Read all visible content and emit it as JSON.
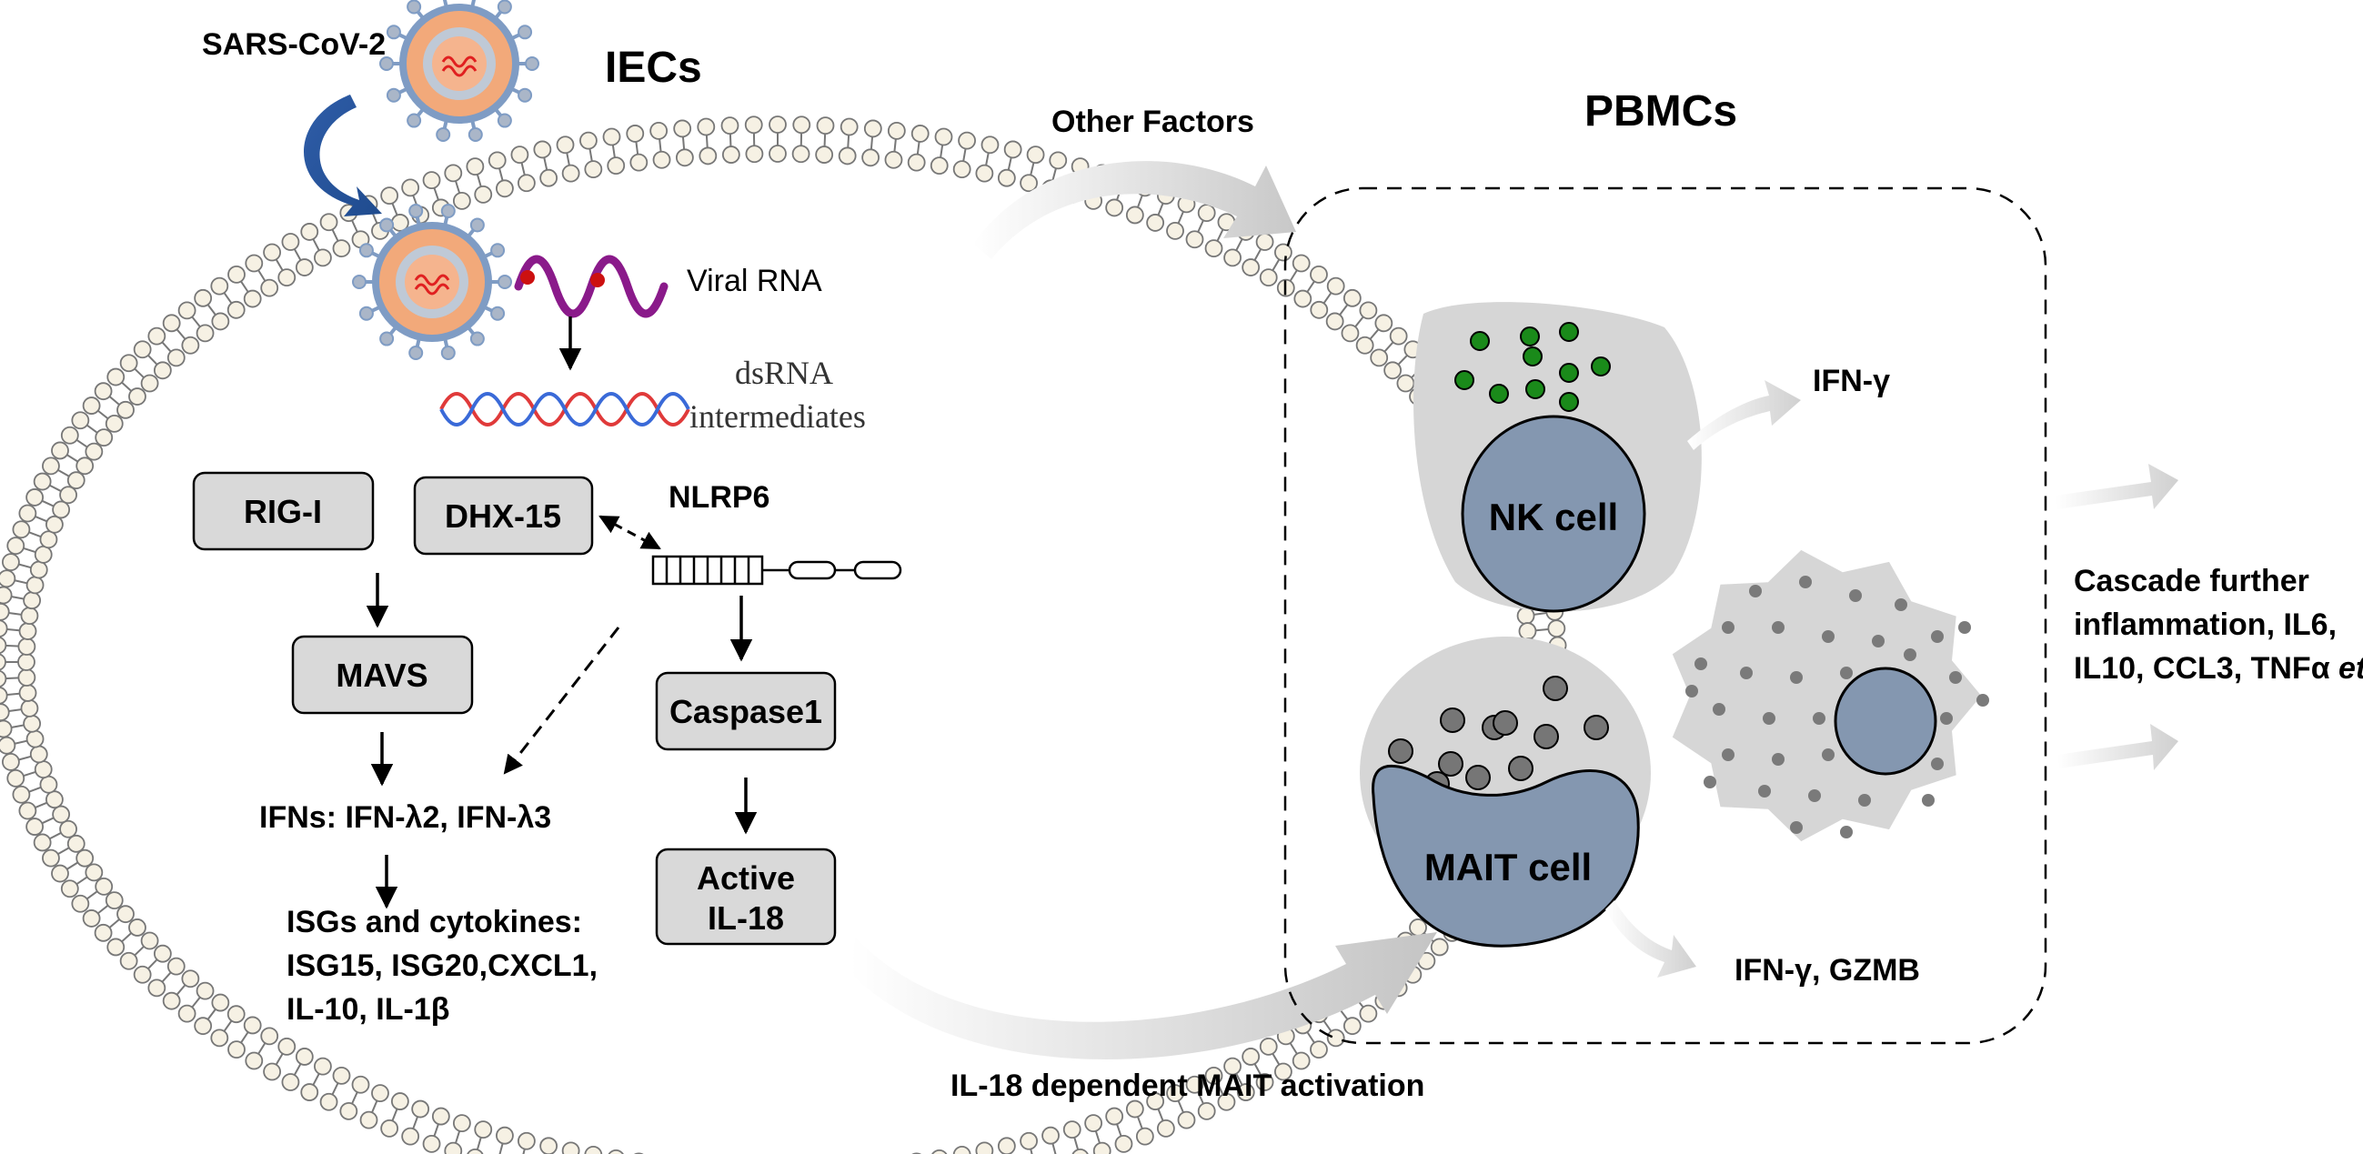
{
  "virus_label": "SARS-CoV-2",
  "iecs_title": "IECs",
  "pbmcs_title": "PBMCs",
  "viral_rna": "Viral RNA",
  "dsrna_line1": "dsRNA",
  "dsrna_line2": "intermediates",
  "boxes": {
    "rig_i": "RIG-I",
    "dhx15": "DHX-15",
    "mavs": "MAVS",
    "caspase1": "Caspase1",
    "active_line1": "Active",
    "active_line2": "IL-18"
  },
  "nlrp6": "NLRP6",
  "ifns": "IFNs: IFN-λ2, IFN-λ3",
  "isgs": [
    "ISGs and cytokines:",
    "ISG15, ISG20,CXCL1,",
    "IL-10, IL-1β"
  ],
  "other_factors": "Other Factors",
  "il18_mait": "IL-18 dependent MAIT activation",
  "nk_cell": "NK cell",
  "mait_cell": "MAIT cell",
  "ifn_gamma": "IFN-γ",
  "ifn_gzmb": "IFN-γ, GZMB",
  "cascade": [
    "Cascade further",
    "inflammation, IL6,",
    "IL10, CCL3, TNFα "
  ],
  "cascade_etc": "etc."
}
